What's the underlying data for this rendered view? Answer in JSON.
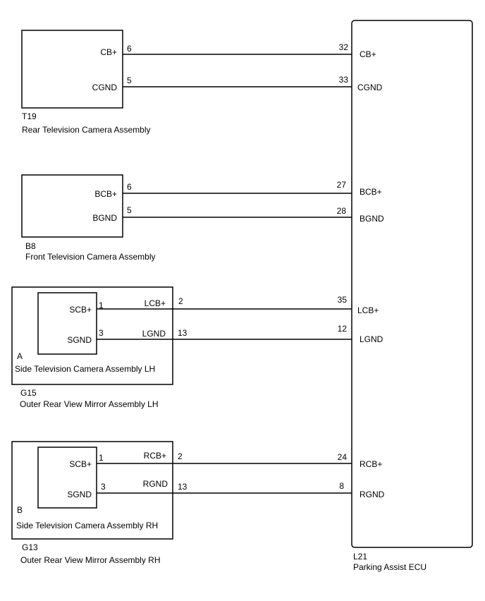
{
  "ecu": {
    "code": "L21",
    "name": "Parking Assist ECU",
    "pins": [
      {
        "num": "32",
        "label": "CB+"
      },
      {
        "num": "33",
        "label": "CGND"
      },
      {
        "num": "27",
        "label": "BCB+"
      },
      {
        "num": "28",
        "label": "BGND"
      },
      {
        "num": "35",
        "label": "LCB+"
      },
      {
        "num": "12",
        "label": "LGND"
      },
      {
        "num": "24",
        "label": "RCB+"
      },
      {
        "num": "8",
        "label": "RGND"
      }
    ]
  },
  "rear_camera": {
    "code": "T19",
    "name": "Rear Television Camera Assembly",
    "pins": [
      {
        "num": "6",
        "label": "CB+"
      },
      {
        "num": "5",
        "label": "CGND"
      }
    ]
  },
  "front_camera": {
    "code": "B8",
    "name": "Front Television Camera Assembly",
    "pins": [
      {
        "num": "6",
        "label": "BCB+"
      },
      {
        "num": "5",
        "label": "BGND"
      }
    ]
  },
  "mirror_lh": {
    "code": "G15",
    "name": "Outer Rear View Mirror Assembly LH",
    "camera_letter": "A",
    "camera_name": "Side Television Camera Assembly LH",
    "camera_pins": [
      {
        "num": "1",
        "label": "SCB+"
      },
      {
        "num": "3",
        "label": "SGND"
      }
    ],
    "internal_wires": [
      "LCB+",
      "LGND"
    ],
    "pins": [
      "2",
      "13"
    ]
  },
  "mirror_rh": {
    "code": "G13",
    "name": "Outer Rear View Mirror Assembly RH",
    "camera_letter": "B",
    "camera_name": "Side Television Camera Assembly RH",
    "camera_pins": [
      {
        "num": "1",
        "label": "SCB+"
      },
      {
        "num": "3",
        "label": "SGND"
      }
    ],
    "internal_wires": [
      "RCB+",
      "RGND"
    ],
    "pins": [
      "2",
      "13"
    ]
  }
}
